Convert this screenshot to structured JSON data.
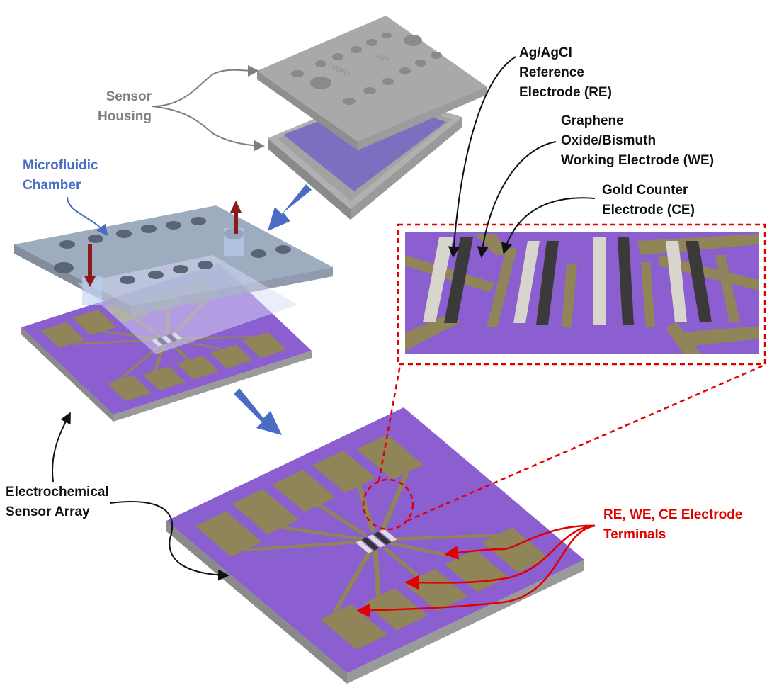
{
  "labels": {
    "sensor_housing": [
      "Sensor",
      "Housing"
    ],
    "microfluidic_chamber": [
      "Microfluidic",
      "Chamber"
    ],
    "reference_electrode": [
      "Ag/AgCl",
      "Reference",
      "Electrode (RE)"
    ],
    "working_electrode": [
      "Graphene",
      "Oxide/Bismuth",
      "Working Electrode (WE)"
    ],
    "counter_electrode": [
      "Gold Counter",
      "Electrode (CE)"
    ],
    "sensor_array": [
      "Electrochemical",
      "Sensor Array"
    ],
    "terminals": [
      "RE, WE, CE Electrode",
      "Terminals"
    ]
  },
  "housing_text": {
    "inlet": "Inlet",
    "outlet": "Outlet"
  },
  "colors": {
    "substrate": "#8c5fd0",
    "gold": "#8f8558",
    "housing": "#a6a6a6",
    "chamber": "#8fa0b8",
    "accent_red": "#e00000",
    "arrow_blue": "#4a6cc4",
    "flow_arrow": "#8b1a1a"
  }
}
